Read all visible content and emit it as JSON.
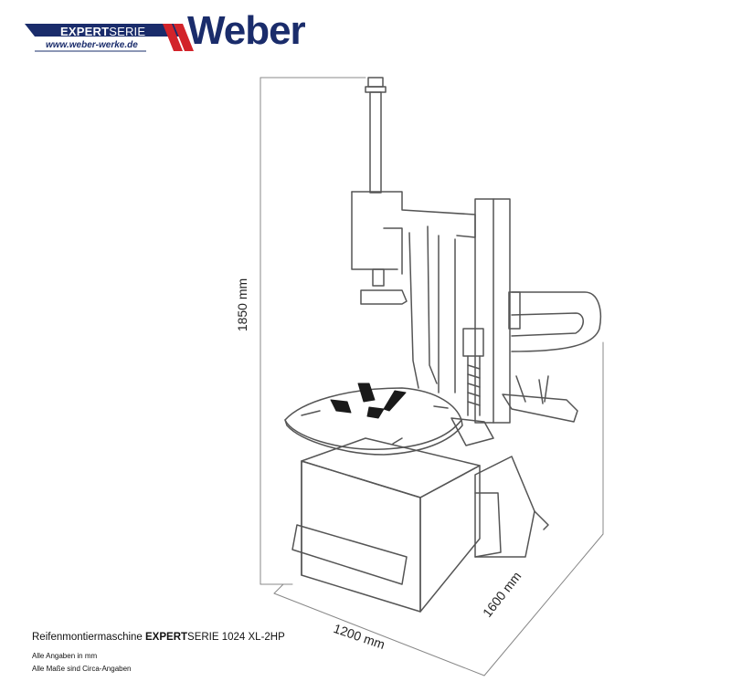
{
  "logo": {
    "series_bold": "EXPERT",
    "series_light": "SERIE",
    "url": "www.weber-werke.de",
    "brand": "Weber",
    "colors": {
      "navy": "#1a2c6b",
      "red": "#d2232a"
    }
  },
  "dimensions": {
    "height": "1850 mm",
    "width": "1200 mm",
    "depth": "1600 mm"
  },
  "caption": {
    "prefix": "Reifenmontiermaschine ",
    "bold": "EXPERT",
    "suffix": "SERIE 1024 XL-2HP"
  },
  "notes": [
    "Alle Angaben in mm",
    "Alle Maße sind Circa-Angaben"
  ]
}
